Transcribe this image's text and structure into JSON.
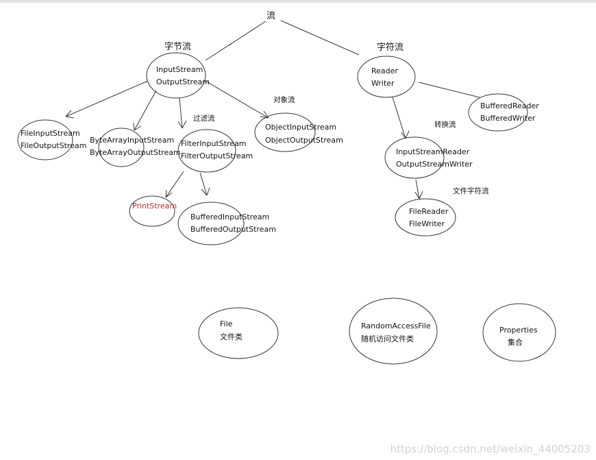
{
  "root": {
    "label": "流"
  },
  "categories": {
    "byte": "字节流",
    "char": "字符流"
  },
  "annotations": {
    "object": "对象流",
    "filter": "过滤流",
    "convert": "转换流",
    "file_char": "文件字符流"
  },
  "nodes": {
    "input_output_stream": [
      "InputStream",
      "OutputStream"
    ],
    "file_stream": [
      "FileInputStream",
      "FileOutputStream"
    ],
    "byte_array_stream": [
      "ByteArrayInputStream",
      "ByteArrayOutputStream"
    ],
    "filter_stream": [
      "FilterInputStream",
      "FilterOutputStream"
    ],
    "object_stream": [
      "ObjectInputStream",
      "ObjectOutputStream"
    ],
    "print_stream": [
      "PrintStream"
    ],
    "buffered_stream": [
      "BufferedInputStream",
      "BufferedOutputStream"
    ],
    "reader_writer": [
      "Reader",
      "Writer"
    ],
    "buffered_reader_writer": [
      "BufferedReader",
      "BufferedWriter"
    ],
    "stream_reader_writer": [
      "InputStreamReader",
      "OutputStreamWriter"
    ],
    "file_reader_writer": [
      "FileReader",
      "FileWriter"
    ],
    "file": [
      "File",
      "文件类"
    ],
    "random_access_file": [
      "RandomAccessFile",
      "随机访问文件类"
    ],
    "properties": [
      "Properties",
      "集合"
    ]
  },
  "colors": {
    "line": "#333333",
    "print_stream_text": "#b0302a"
  },
  "watermark": "https://blog.csdn.net/weixin_44005203"
}
